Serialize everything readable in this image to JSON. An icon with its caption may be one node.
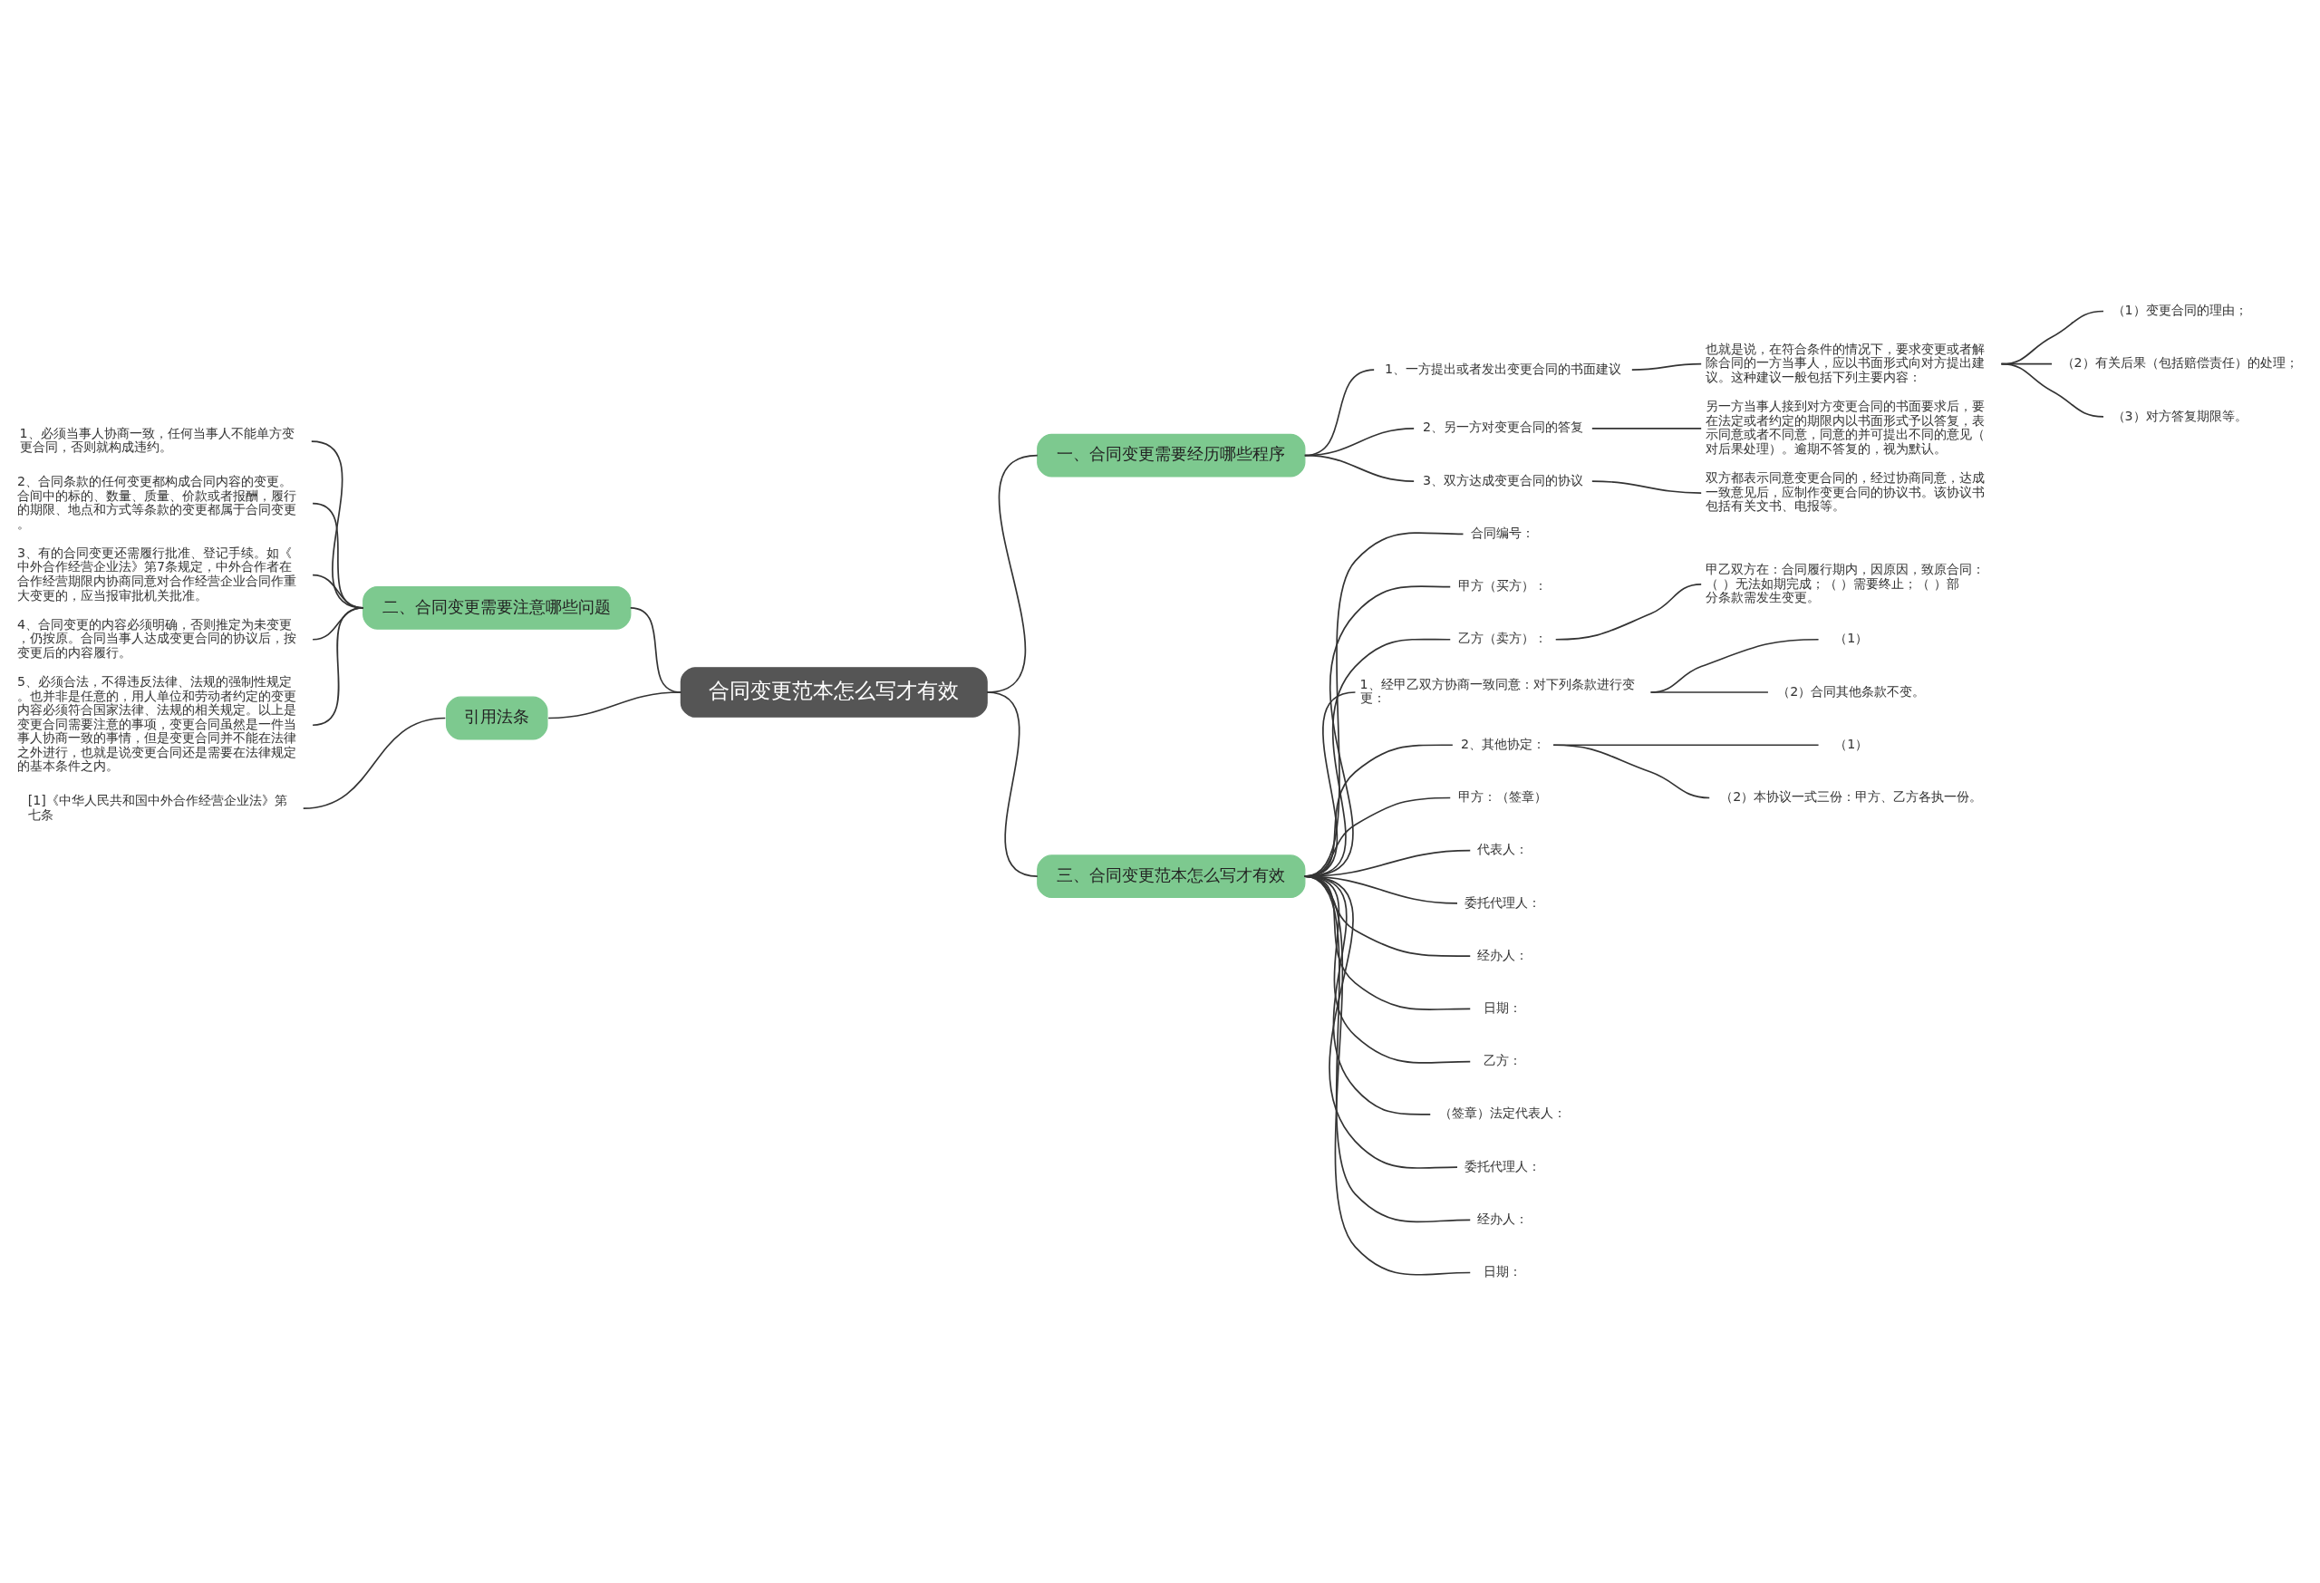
{
  "diagram": {
    "nodes": [
      {
        "text": [
          "合同变更范本怎么写才有效"
        ]
      },
      {
        "text": [
          "一、合同变更需要经历哪些程序"
        ]
      },
      {
        "text": [
          "1、一方提出或者发出变更合同的书面建议"
        ]
      },
      {
        "text": [
          "也就是说，在符合条件的情况下，要求变更或者解除合同的一方当事人，应以书面形式向对方提出建议。这种建议一般包括下列主要内容："
        ]
      },
      {
        "text": [
          "（1）变更合同的理由；"
        ]
      },
      {
        "text": [
          "（2）有关后果（包括赔偿责任）的处理；"
        ]
      },
      {
        "text": [
          "（3）对方答复期限等。"
        ]
      },
      {
        "text": [
          "2、另一方对变更合同的答复"
        ]
      },
      {
        "text": [
          "另一方当事人接到对方变更合同的书面要求后，要在法定或者约定的期限内以书面形式予以答复，表示同意或者不同意，同意的并可提出不同的意见（对后果处理）。逾期不答复的，视为默认。"
        ]
      },
      {
        "text": [
          "3、双方达成变更合同的协议"
        ]
      },
      {
        "text": [
          "双方都表示同意变更合同的，经过协商同意，达成一致意见后，应制作变更合同的协议书。该协议书包括有关文书、电报等。"
        ]
      },
      {
        "text": [
          "二、合同变更需要注意哪些问题"
        ]
      },
      {
        "text": [
          "1、必须当事人协商一致，任何当事人不能单方变更合同，否则就构成违约。"
        ]
      },
      {
        "text": [
          "2、合同条款的任何变更都构成合同内容的变更。合间中的标的、数量、质量、价款或者报酬，履行的期限、地点和方式等条款的变更都属于合同变更。"
        ]
      },
      {
        "text": [
          "3、有的合同变更还需履行批准、登记手续。如《中外合作经营企业法》第7条规定，中外合作者在合作经营期限内协商同意对合作经营企业合同作重大变更的，应当报审批机关批准。"
        ]
      },
      {
        "text": [
          "4、合同变更的内容必须明确，否则推定为未变更，仍按原。合同当事人达成变更合同的协议后，按变更后的内容履行。"
        ]
      },
      {
        "text": [
          "5、必须合法，不得违反法律、法规的强制性规定。也并非是任意的，用人单位和劳动者约定的变更内容必须符合国家法律、法规的相关规定。以上是变更合同需要注意的事项，变更合同虽然是一件当事人协商一致的事情，但是变更合同并不能在法律之外进行，也就是说变更合同还是需要在法律规定的基本条件之内。"
        ]
      },
      {
        "text": [
          "引用法条"
        ]
      },
      {
        "text": [
          "[1]《中华人民共和国中外合作经营企业法》第七条"
        ]
      },
      {
        "text": [
          "三、合同变更范本怎么写才有效"
        ]
      },
      {
        "text": [
          "合同编号："
        ]
      },
      {
        "text": [
          "甲方（买方）："
        ]
      },
      {
        "text": [
          "乙方（卖方）："
        ]
      },
      {
        "text": [
          "甲乙双方在：合同履行期内，因原因，致原合同：（ ）无法如期完成；（ ）需要终止；（ ）部分条款需发生变更。"
        ]
      },
      {
        "text": [
          "1、经甲乙双方协商一致同意：对下列条款进行变更："
        ]
      },
      {
        "text": [
          "（1）"
        ]
      },
      {
        "text": [
          "（2）合同其他条款不变。"
        ]
      },
      {
        "text": [
          "2、其他协定："
        ]
      },
      {
        "text": [
          "（1）"
        ]
      },
      {
        "text": [
          "（2）本协议一式三份：甲方、乙方各执一份。"
        ]
      },
      {
        "text": [
          "甲方：（签章）"
        ]
      },
      {
        "text": [
          "代表人："
        ]
      },
      {
        "text": [
          "委托代理人："
        ]
      },
      {
        "text": [
          "经办人："
        ]
      },
      {
        "text": [
          "日期："
        ]
      },
      {
        "text": [
          "乙方："
        ]
      },
      {
        "text": [
          "（签章）法定代表人："
        ]
      },
      {
        "text": [
          "委托代理人："
        ]
      },
      {
        "text": [
          "经办人："
        ]
      },
      {
        "text": [
          "日期："
        ]
      }
    ],
    "edges": [
      {
        "from": 0,
        "to": 1,
        "arrow": "none"
      },
      {
        "from": 1,
        "to": 2,
        "arrow": "none"
      },
      {
        "from": 2,
        "to": 3,
        "arrow": "none"
      },
      {
        "from": 3,
        "to": 4,
        "arrow": "none"
      },
      {
        "from": 3,
        "to": 5,
        "arrow": "none"
      },
      {
        "from": 3,
        "to": 6,
        "arrow": "none"
      },
      {
        "from": 1,
        "to": 7,
        "arrow": "none"
      },
      {
        "from": 7,
        "to": 8,
        "arrow": "none"
      },
      {
        "from": 1,
        "to": 9,
        "arrow": "none"
      },
      {
        "from": 9,
        "to": 10,
        "arrow": "none"
      },
      {
        "from": 0,
        "to": 11,
        "arrow": "none"
      },
      {
        "from": 11,
        "to": 12,
        "arrow": "none"
      },
      {
        "from": 11,
        "to": 13,
        "arrow": "none"
      },
      {
        "from": 11,
        "to": 14,
        "arrow": "none"
      },
      {
        "from": 11,
        "to": 15,
        "arrow": "none"
      },
      {
        "from": 11,
        "to": 16,
        "arrow": "none"
      },
      {
        "from": 0,
        "to": 17,
        "arrow": "none"
      },
      {
        "from": 17,
        "to": 18,
        "arrow": "none"
      },
      {
        "from": 0,
        "to": 19,
        "arrow": "none"
      },
      {
        "from": 19,
        "to": 20,
        "arrow": "none"
      },
      {
        "from": 19,
        "to": 21,
        "arrow": "none"
      },
      {
        "from": 19,
        "to": 22,
        "arrow": "none"
      },
      {
        "from": 22,
        "to": 23,
        "arrow": "none"
      },
      {
        "from": 19,
        "to": 24,
        "arrow": "none"
      },
      {
        "from": 24,
        "to": 25,
        "arrow": "none"
      },
      {
        "from": 24,
        "to": 26,
        "arrow": "none"
      },
      {
        "from": 19,
        "to": 27,
        "arrow": "none"
      },
      {
        "from": 27,
        "to": 28,
        "arrow": "none"
      },
      {
        "from": 27,
        "to": 29,
        "arrow": "none"
      },
      {
        "from": 19,
        "to": 30,
        "arrow": "none"
      },
      {
        "from": 19,
        "to": 31,
        "arrow": "none"
      },
      {
        "from": 19,
        "to": 32,
        "arrow": "none"
      },
      {
        "from": 19,
        "to": 33,
        "arrow": "none"
      },
      {
        "from": 19,
        "to": 34,
        "arrow": "none"
      },
      {
        "from": 19,
        "to": 35,
        "arrow": "none"
      },
      {
        "from": 19,
        "to": 36,
        "arrow": "none"
      },
      {
        "from": 19,
        "to": 37,
        "arrow": "none"
      },
      {
        "from": 19,
        "to": 38,
        "arrow": "none"
      },
      {
        "from": 19,
        "to": 39,
        "arrow": "none"
      }
    ]
  }
}
